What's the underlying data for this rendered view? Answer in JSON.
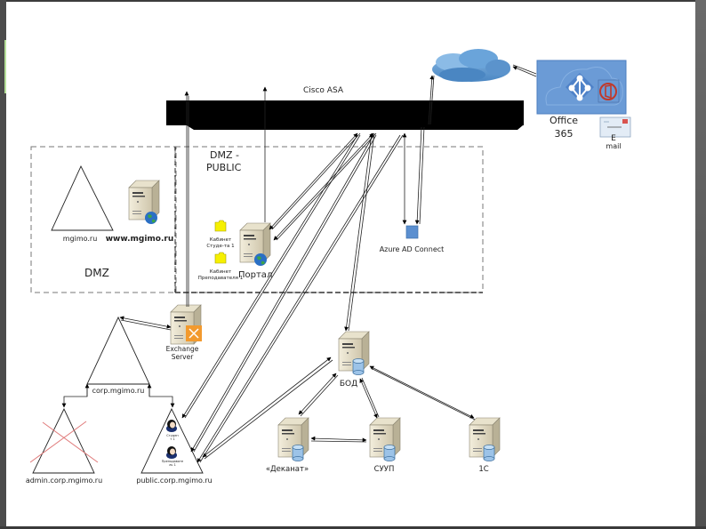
{
  "title": "Network topology diagram",
  "firewall": {
    "label": "Cisco ASA"
  },
  "cloud": {
    "name": "internet-cloud"
  },
  "office365": {
    "label_line1": "Office",
    "label_line2": "365",
    "mail_line1": "E",
    "mail_line2": "mail"
  },
  "zones": {
    "dmz": {
      "label": "DMZ"
    },
    "dmz_public": {
      "label_line1": "DMZ -",
      "label_line2": "PUBLIC"
    }
  },
  "domains": {
    "mgimo": "mgimo.ru",
    "corp": "corp.mgimo.ru",
    "admin": "admin.corp.mgimo.ru",
    "public": "public.corp.mgimo.ru"
  },
  "servers": {
    "www": "www.mgimo.ru",
    "portal": "Портал",
    "exchange_line1": "Exchange",
    "exchange_line2": "Server",
    "azure": "Azure AD Connect",
    "bod": "БОД",
    "dekanat": "«Деканат»",
    "suup": "СУУП",
    "onec": "1С"
  },
  "folders": {
    "student_line1": "Кабинет",
    "student_line2": "Студе-та 1",
    "teacher_line1": "Кабинет",
    "teacher_line2": "Преподавателя 1"
  },
  "users": {
    "student_line1": "Студен",
    "student_line2": "т 1",
    "teacher_line1": "Преподавате",
    "teacher_line2": "ль 1"
  },
  "colors": {
    "firewall": "#000000",
    "office_tile": "#6b9bd6",
    "cloud": "#5b93cc",
    "crossout": "#e07a7a",
    "portal_label": "#8b1a1a",
    "azure_box": "#5b8fd0",
    "folder": "#f6f000",
    "exchange_badge": "#f29a2e"
  }
}
